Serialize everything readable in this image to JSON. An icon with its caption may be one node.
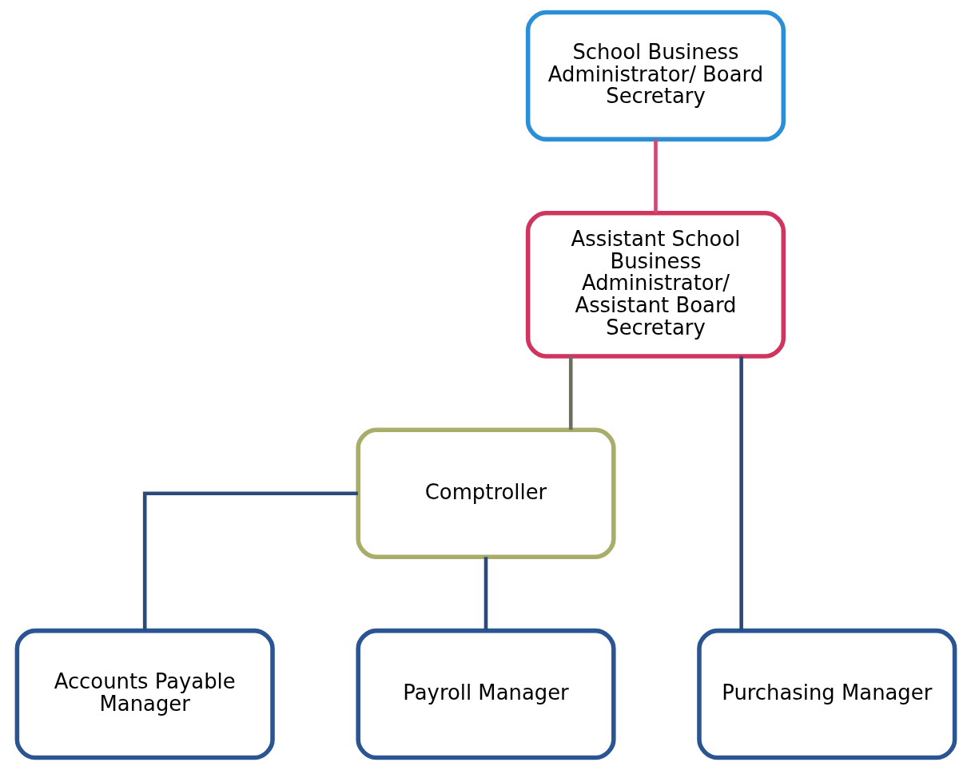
{
  "diagram": {
    "nodes": [
      {
        "text": [
          "School Business Administrator/ Board Secretary"
        ]
      },
      {
        "text": [
          "Assistant School Business Administrator/ Assistant Board Secretary"
        ]
      },
      {
        "text": [
          "Comptroller"
        ]
      },
      {
        "text": [
          "Purchasing Manager"
        ]
      },
      {
        "text": [
          "Accounts Payable Manager"
        ]
      },
      {
        "text": [
          "Payroll Manager"
        ]
      }
    ],
    "edges": [
      {
        "from": 0,
        "to": 1,
        "arrow": "none",
        "color": "#d04a78"
      },
      {
        "from": 1,
        "to": 3,
        "arrow": "none"
      },
      {
        "from": 1,
        "to": 2,
        "arrow": "none",
        "color": "#6e6e60"
      },
      {
        "from": 2,
        "to": 4,
        "arrow": "none"
      },
      {
        "from": 2,
        "to": 5,
        "arrow": "none"
      }
    ]
  }
}
